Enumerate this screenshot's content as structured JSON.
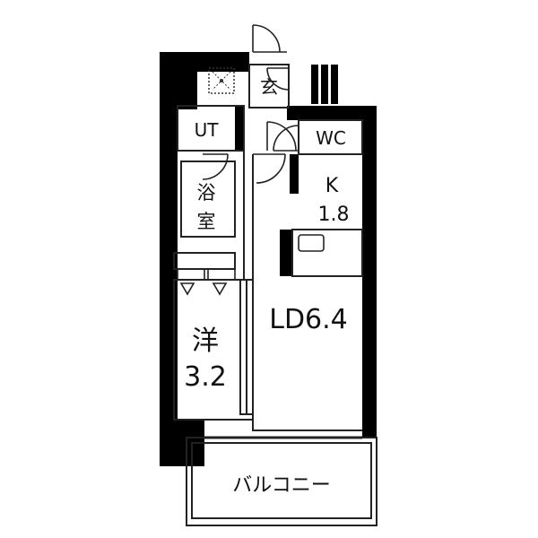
{
  "rooms": {
    "entrance": "玄",
    "utility": "UT",
    "toilet": "WC",
    "kitchen_name": "K",
    "kitchen_size": "1.8",
    "bath_line1": "浴",
    "bath_line2": "室",
    "western_name": "洋",
    "western_size": "3.2",
    "living": "LD6.4",
    "balcony": "バルコニー"
  },
  "colors": {
    "wall": "#000000",
    "background": "#ffffff",
    "line": "#222222"
  }
}
